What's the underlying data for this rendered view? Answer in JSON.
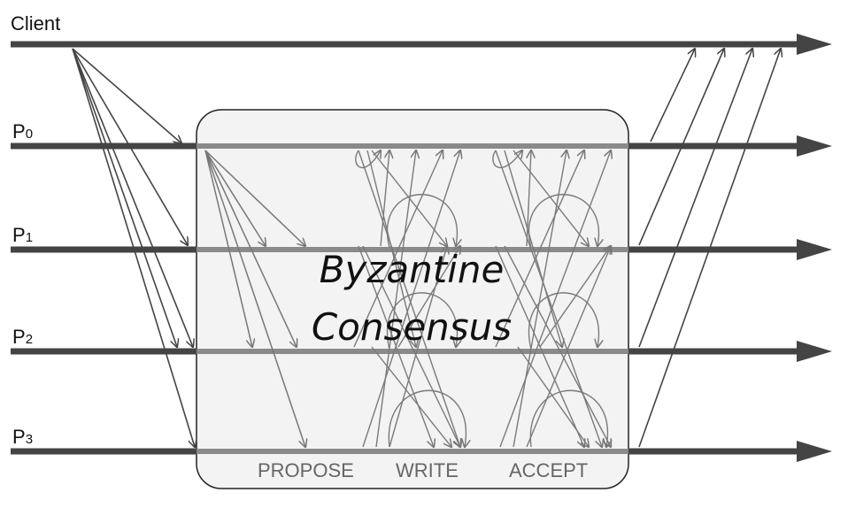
{
  "labels": {
    "client": "Client",
    "p0": "P",
    "p0_sub": "0",
    "p1": "P",
    "p1_sub": "1",
    "p2": "P",
    "p2_sub": "2",
    "p3": "P",
    "p3_sub": "3"
  },
  "box": {
    "title_line1": "Byzantine",
    "title_line2": "Consensus"
  },
  "phases": {
    "propose": "PROPOSE",
    "write": "WRITE",
    "accept": "ACCEPT"
  }
}
